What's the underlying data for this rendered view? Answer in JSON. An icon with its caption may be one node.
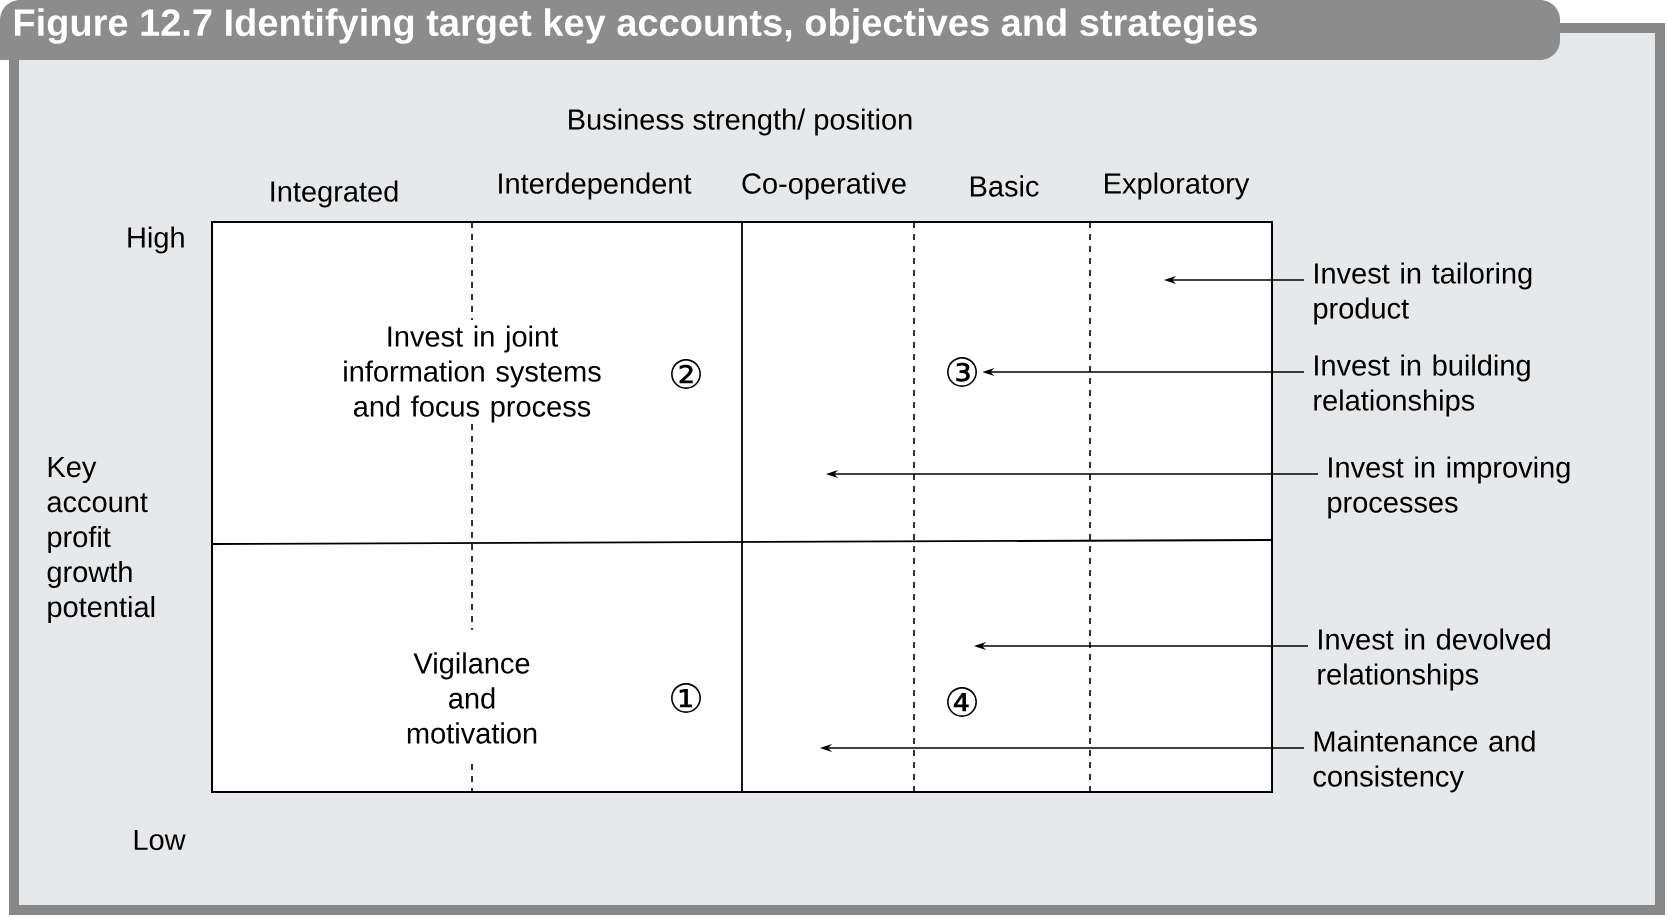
{
  "diagram": {
    "title": "Figure 12.7 Identifying target key accounts, objectives and strategies",
    "nodes": [
      {
        "text": [
          "Invest in tailoring product"
        ]
      },
      {
        "text": [
          "Invest in building relationships"
        ]
      },
      {
        "text": [
          "Invest in improving processes"
        ]
      },
      {
        "text": [
          "Invest in devolved relationships"
        ]
      },
      {
        "text": [
          "Maintenance and consistency"
        ]
      },
      {
        "text": [
          "③"
        ]
      }
    ],
    "edges": [
      {
        "from": 0,
        "to": null,
        "arrow": "to"
      },
      {
        "from": 1,
        "to": 5,
        "arrow": "to"
      },
      {
        "from": 2,
        "to": null,
        "arrow": "to"
      },
      {
        "from": 3,
        "to": null,
        "arrow": "to"
      },
      {
        "from": 4,
        "to": null,
        "arrow": "to"
      }
    ],
    "labels": [
      "Business strength/ position",
      "Integrated",
      "Interdependent",
      "Co-operative",
      "Basic",
      "Exploratory",
      "High",
      "Invest in joint information systems and focus process",
      "②",
      "Key account profit growth potential",
      "Vigilance and motivation",
      "①",
      "④",
      "Low"
    ]
  }
}
